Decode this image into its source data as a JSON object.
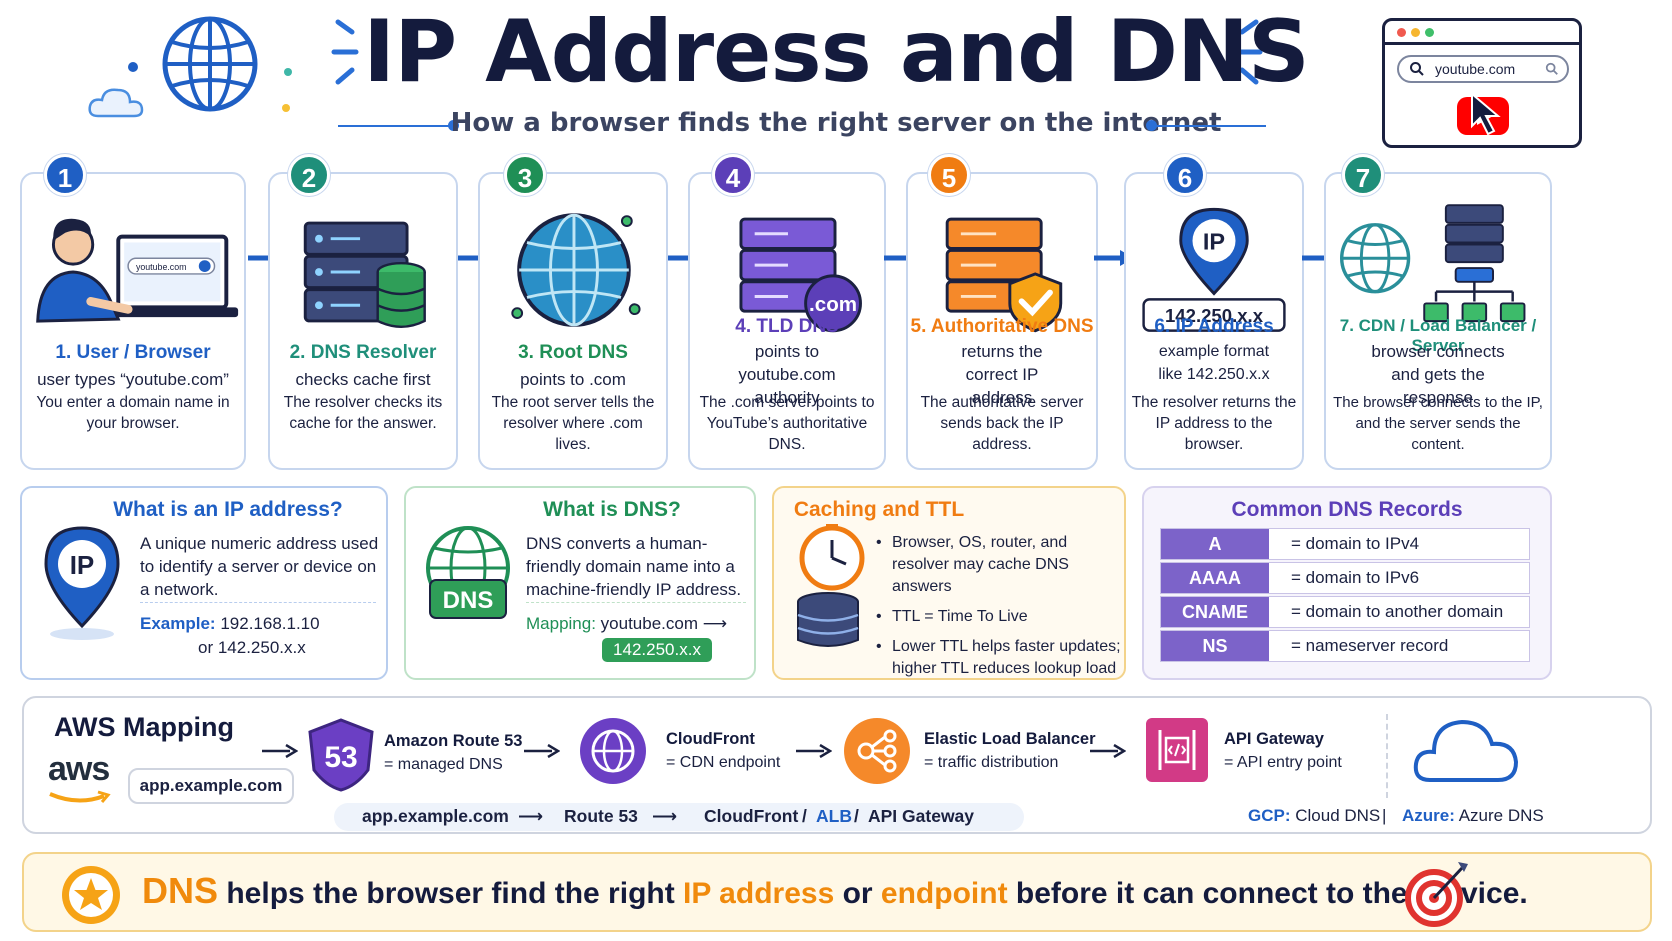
{
  "header": {
    "title": "IP Address and DNS",
    "subtitle": "How a browser finds the right server on the internet",
    "browser_url": "youtube.com"
  },
  "steps": [
    {
      "num": "1",
      "title": "1. User / Browser",
      "desc": "user types “youtube.com”",
      "foot": "You enter a domain name in your browser.",
      "color": "#1f5fc4",
      "screen_text": "youtube.com"
    },
    {
      "num": "2",
      "title": "2. DNS Resolver",
      "desc": "checks cache first",
      "foot": "The resolver checks its cache for the answer.",
      "color": "#1f8f7a"
    },
    {
      "num": "3",
      "title": "3. Root DNS",
      "desc": "points to .com",
      "foot": "The root server tells the resolver where .com lives.",
      "color": "#1f8f56"
    },
    {
      "num": "4",
      "title": "4. TLD DNS",
      "desc": "points to youtube.com authority",
      "foot": "The .com server points to YouTube’s authoritative DNS.",
      "color": "#5c3fb8",
      "badge": ".com"
    },
    {
      "num": "5",
      "title": "5. Authoritative DNS",
      "desc": "returns the correct IP address",
      "foot": "The authoritative server sends back the IP address.",
      "color": "#f07c12"
    },
    {
      "num": "6",
      "title": "6. IP Address",
      "desc": "example format like 142.250.x.x",
      "foot": "The resolver returns the IP address to the browser.",
      "color": "#1f5fc4",
      "ip_pin": "IP",
      "ip_value": "142.250.x.x"
    },
    {
      "num": "7",
      "title": "7. CDN / Load Balancer / Server",
      "desc": "browser connects and gets the response",
      "foot": "The browser connects to the IP, and the server sends the content.",
      "color": "#1f8f7a"
    }
  ],
  "panels": {
    "ip": {
      "title": "What is an IP address?",
      "text": "A unique numeric address used to identify a server or device on a network.",
      "example_label": "Example:",
      "example_1": "192.168.1.10",
      "example_2": "or 142.250.x.x",
      "pin": "IP"
    },
    "dns": {
      "title": "What is DNS?",
      "text": "DNS converts a human-friendly domain name into a machine-friendly IP address.",
      "mapping_label": "Mapping:",
      "mapping_domain": "youtube.com",
      "mapping_arrow": "⟶",
      "mapping_ip": "142.250.x.x",
      "badge": "DNS"
    },
    "cache": {
      "title": "Caching and TTL",
      "bullets": [
        "Browser, OS, router, and resolver may cache DNS answers",
        "TTL = Time To Live",
        "Lower TTL helps faster updates; higher TTL reduces lookup load"
      ]
    },
    "records": {
      "title": "Common DNS Records",
      "rows": [
        {
          "key": "A",
          "value": "= domain to IPv4"
        },
        {
          "key": "AAAA",
          "value": "= domain to IPv6"
        },
        {
          "key": "CNAME",
          "value": "= domain to another domain"
        },
        {
          "key": "NS",
          "value": "= nameserver record"
        }
      ]
    }
  },
  "aws": {
    "title": "AWS Mapping",
    "logo": "aws",
    "domain": "app.example.com",
    "route53_badge": "53",
    "services": [
      {
        "name": "Amazon Route 53",
        "desc": "= managed DNS"
      },
      {
        "name": "CloudFront",
        "desc": "= CDN endpoint"
      },
      {
        "name": "Elastic Load Balancer",
        "desc": "= traffic distribution"
      },
      {
        "name": "API Gateway",
        "desc": "= API entry point"
      }
    ],
    "flow": [
      "app.example.com",
      "⟶",
      "Route 53",
      "⟶",
      "CloudFront",
      "/",
      "ALB",
      "/",
      "API Gateway"
    ],
    "gcp_label": "GCP:",
    "gcp_value": "Cloud DNS",
    "separator": "|",
    "azure_label": "Azure:",
    "azure_value": "Azure DNS"
  },
  "banner": {
    "part1": "DNS",
    "part2": " helps the browser find the right ",
    "part3": "IP address",
    "part4": " or ",
    "part5": "endpoint",
    "part6": " before it can connect to the service."
  },
  "colors": {
    "primary_blue": "#1f5fc4",
    "green": "#1f8f56",
    "purple": "#5c3fb8",
    "orange": "#f07c12",
    "teal": "#1f8f7a"
  }
}
